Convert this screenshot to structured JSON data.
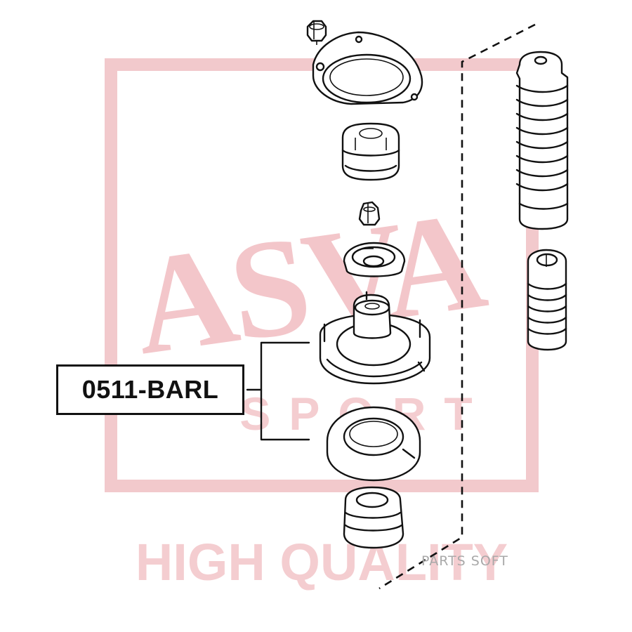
{
  "part_number": "0511-BARL",
  "watermark": {
    "brand": "ASVA",
    "sub_brand": "SPORT",
    "slogan": "HIGH QUALITY",
    "brand_color": "#f2c9cc"
  },
  "source_mark": "PARTS SOFT",
  "components": [
    "strut-mount-plate",
    "upper-bump-stop",
    "top-nut",
    "upper-spring-seat",
    "strut-mount",
    "strut-bearing",
    "lower-bump-stop",
    "dust-boot",
    "boot-bump-stop"
  ]
}
